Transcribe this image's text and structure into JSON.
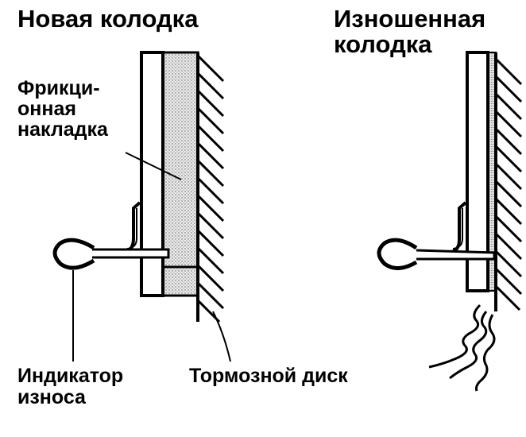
{
  "titles": {
    "new_pad": "Новая колодка",
    "worn_pad_line1": "Изношенная",
    "worn_pad_line2": "колодка"
  },
  "labels": {
    "friction_line1": "Фрикци-",
    "friction_line2": "онная",
    "friction_line3": "накладка",
    "indicator_line1": "Индикатор",
    "indicator_line2": "износа",
    "brake_disc": "Тормозной диск"
  },
  "colors": {
    "ink": "#000000",
    "background": "#ffffff",
    "lining_fill": "#d9d9d9"
  }
}
